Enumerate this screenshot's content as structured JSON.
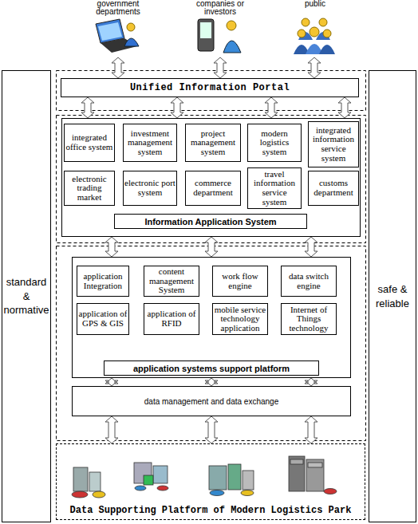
{
  "diagram": {
    "nodes": [
      {
        "text": [
          "government departments"
        ]
      },
      {
        "text": [
          "companies or investors"
        ]
      },
      {
        "text": [
          "public"
        ]
      },
      {
        "text": [
          "standard & normative"
        ]
      },
      {
        "text": [
          "safe & reliable"
        ]
      },
      {
        "text": [
          "Unified Information Portal"
        ]
      },
      {
        "text": [
          "Information Application System"
        ]
      },
      {
        "text": [
          "integrated office system"
        ],
        "in": 6
      },
      {
        "text": [
          "investment management system"
        ],
        "in": 6
      },
      {
        "text": [
          "project management system"
        ],
        "in": 6
      },
      {
        "text": [
          "modern logistics system"
        ],
        "in": 6
      },
      {
        "text": [
          "integrated information service system"
        ],
        "in": 6
      },
      {
        "text": [
          "electronic trading market"
        ],
        "in": 6
      },
      {
        "text": [
          "electronic port system"
        ],
        "in": 6
      },
      {
        "text": [
          "commerce department"
        ],
        "in": 6
      },
      {
        "text": [
          "travel information service system"
        ],
        "in": 6
      },
      {
        "text": [
          "customs department"
        ],
        "in": 6
      },
      {
        "text": [
          "application systems support platform"
        ]
      },
      {
        "text": [
          "application Integration"
        ],
        "in": 17
      },
      {
        "text": [
          "content management System"
        ],
        "in": 17
      },
      {
        "text": [
          "work flow engine"
        ],
        "in": 17
      },
      {
        "text": [
          "data switch engine"
        ],
        "in": 17
      },
      {
        "text": [
          "application of GPS & GIS"
        ],
        "in": 17
      },
      {
        "text": [
          "application of RFID"
        ],
        "in": 17
      },
      {
        "text": [
          "mobile service technology application"
        ],
        "in": 17
      },
      {
        "text": [
          "Internet of Things technology"
        ],
        "in": 17
      },
      {
        "text": [
          "data management and data exchange"
        ]
      },
      {
        "text": [
          "Data Supporting Platform of Modern Logistics Park"
        ]
      }
    ],
    "edges": [
      {
        "from": 0,
        "to": 5,
        "arrow": "both"
      },
      {
        "from": 1,
        "to": 5,
        "arrow": "both"
      },
      {
        "from": 2,
        "to": 5,
        "arrow": "both"
      },
      {
        "from": 5,
        "to": 6,
        "arrow": "both"
      },
      {
        "from": 5,
        "to": 6,
        "arrow": "both"
      },
      {
        "from": 5,
        "to": 6,
        "arrow": "both"
      },
      {
        "from": 5,
        "to": 6,
        "arrow": "both"
      },
      {
        "from": 6,
        "to": 17,
        "arrow": "both"
      },
      {
        "from": 6,
        "to": 17,
        "arrow": "both"
      },
      {
        "from": 6,
        "to": 17,
        "arrow": "both"
      },
      {
        "from": 17,
        "to": 26,
        "arrow": "both"
      },
      {
        "from": 17,
        "to": 26,
        "arrow": "both"
      },
      {
        "from": 17,
        "to": 26,
        "arrow": "both"
      },
      {
        "from": 26,
        "to": 27,
        "arrow": "both"
      },
      {
        "from": 26,
        "to": 27,
        "arrow": "both"
      },
      {
        "from": 26,
        "to": 27,
        "arrow": "both"
      }
    ]
  }
}
